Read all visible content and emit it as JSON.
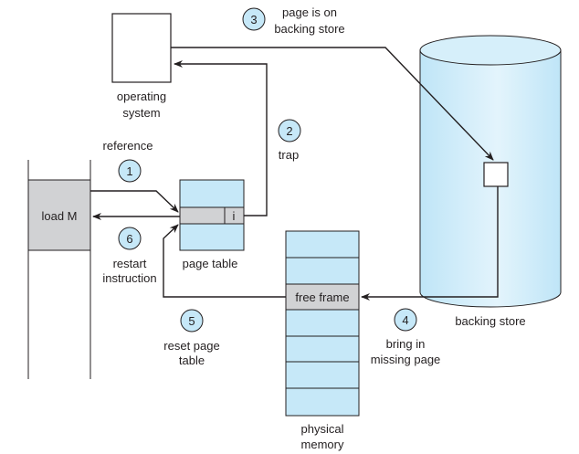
{
  "labels": {
    "os": [
      "operating",
      "system"
    ],
    "reference": "reference",
    "load": "load M",
    "page_table": "page table",
    "invalid_bit": "i",
    "trap": "trap",
    "page_on_store": [
      "page is on",
      "backing store"
    ],
    "restart": [
      "restart",
      "instruction"
    ],
    "reset": [
      "reset page",
      "table"
    ],
    "free_frame": "free frame",
    "bring_in": [
      "bring in",
      "missing page"
    ],
    "backing_store": "backing store",
    "physical_memory": [
      "physical",
      "memory"
    ]
  },
  "steps": [
    "1",
    "2",
    "3",
    "4",
    "5",
    "6"
  ],
  "colors": {
    "blue": "#c6e8f8",
    "gray": "#d1d2d4",
    "line": "#231f20"
  }
}
